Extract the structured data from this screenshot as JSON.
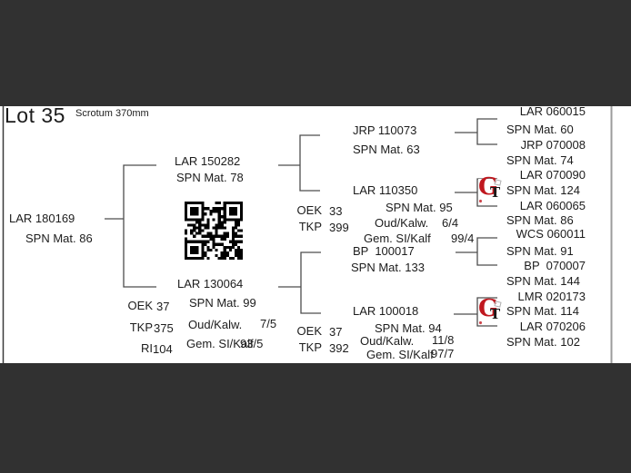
{
  "lot": {
    "title": "Lot 35",
    "scrotum": "Scrotum 370mm"
  },
  "subject": {
    "id": "LAR 180169",
    "spn": "SPN Mat. 86"
  },
  "sire": {
    "id": "LAR 150282",
    "spn": "SPN Mat. 78"
  },
  "dam": {
    "id": "LAR 130064",
    "spn": "SPN Mat. 99",
    "oud_kalw_label": "Oud/Kalw.",
    "oud_kalw_value": "7/5",
    "gem_label": "Gem. SI/Kalf",
    "gem_value": "93/5",
    "stats": [
      {
        "label": "OEK",
        "value": "37"
      },
      {
        "label": "TKP",
        "value": "375"
      },
      {
        "label": "RI",
        "value": "104"
      }
    ]
  },
  "sire_sire": {
    "id": "JRP 110073",
    "spn": "SPN Mat. 63"
  },
  "sire_dam": {
    "id": "LAR 110350",
    "spn": "SPN Mat. 95",
    "oud_kalw_label": "Oud/Kalw.",
    "oud_kalw_value": "6/4",
    "gem_label": "Gem. SI/Kalf",
    "gem_value": "99/4",
    "stats": [
      {
        "label": "OEK",
        "value": "33"
      },
      {
        "label": "TKP",
        "value": "399"
      }
    ]
  },
  "dam_sire": {
    "id": "BP  100017",
    "spn": "SPN Mat. 133"
  },
  "dam_dam": {
    "id": "LAR 100018",
    "spn": "SPN Mat. 94",
    "oud_kalw_label": "Oud/Kalw.",
    "oud_kalw_value": "11/8",
    "gem_label": "Gem. SI/Kalf",
    "gem_value": "97/7",
    "stats": [
      {
        "label": "OEK",
        "value": "37"
      },
      {
        "label": "TKP",
        "value": "392"
      }
    ]
  },
  "gen4": [
    {
      "id": "LAR 060015",
      "spn": "SPN Mat. 60"
    },
    {
      "id": "JRP 070008",
      "spn": "SPN Mat. 74"
    },
    {
      "id": "LAR 070090",
      "spn": "SPN Mat. 124"
    },
    {
      "id": "LAR 060065",
      "spn": "SPN Mat. 86"
    },
    {
      "id": "WCS 060011",
      "spn": "SPN Mat. 91"
    },
    {
      "id": "BP  070007",
      "spn": "SPN Mat. 144"
    },
    {
      "id": "LMR 020173",
      "spn": "SPN Mat. 114"
    },
    {
      "id": "LAR 070206",
      "spn": "SPN Mat. 102"
    }
  ],
  "logo": {
    "g": "G",
    "t": "T"
  },
  "colors": {
    "bar": "#313131",
    "line": "#4d4d4d",
    "accent_red": "#c0181f",
    "right_rule": "#9c9c9c"
  }
}
